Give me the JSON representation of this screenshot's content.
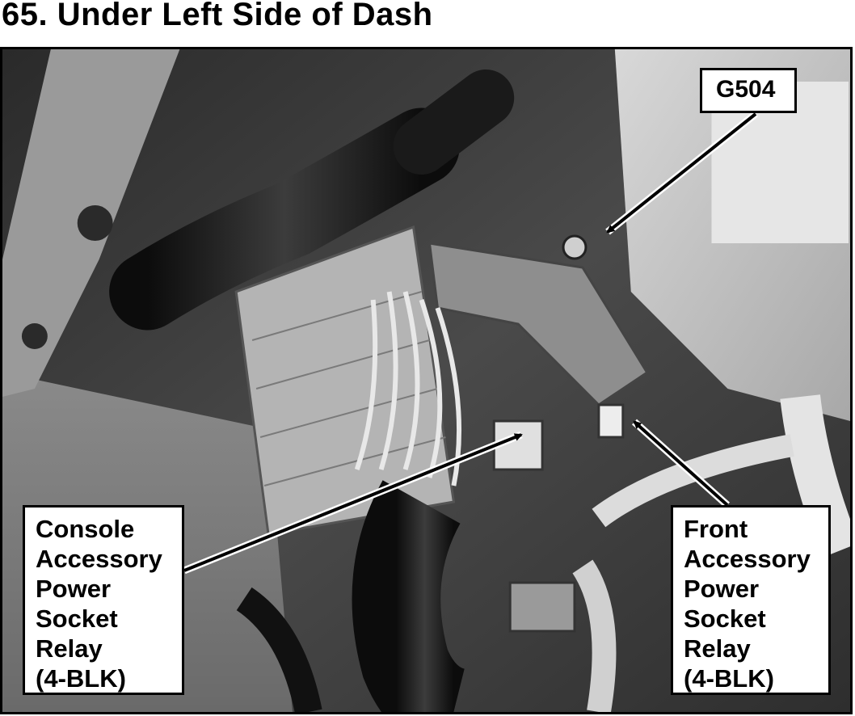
{
  "title": "65. Under Left Side of Dash",
  "callouts": {
    "g504": "G504",
    "console_relay": [
      "Console",
      "Accessory",
      "Power",
      "Socket",
      "Relay",
      "(4-BLK)"
    ],
    "front_relay": [
      "Front",
      "Accessory",
      "Power",
      "Socket",
      "Relay",
      "(4-BLK)"
    ]
  },
  "colors": {
    "background": "#ffffff",
    "text": "#000000",
    "frame": "#000000"
  }
}
